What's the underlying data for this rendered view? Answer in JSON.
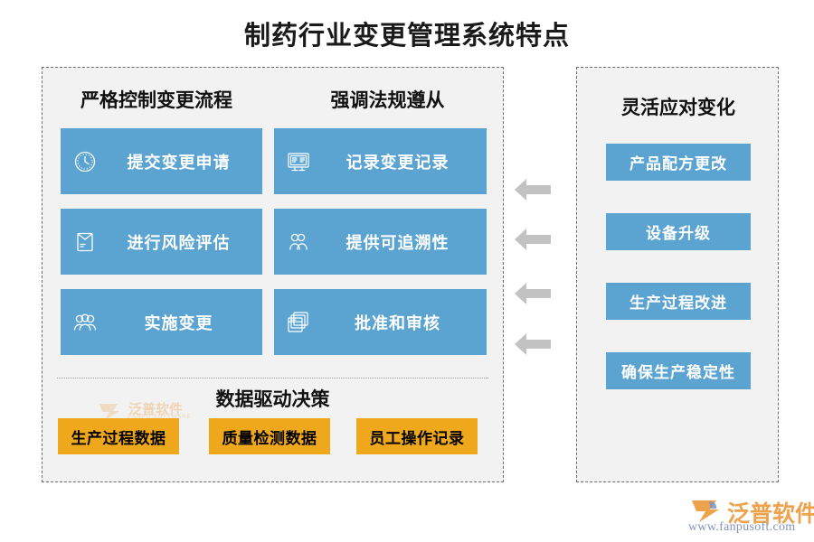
{
  "title": "制药行业变更管理系统特点",
  "colors": {
    "blue": "#5ba4d2",
    "orange": "#efa81c",
    "panel_bg": "#f2f2f2",
    "panel_border": "#6e6e6e",
    "arrow": "#c2c2c2",
    "title_text": "#1a1a1a"
  },
  "left_panel": {
    "columns": [
      {
        "heading": "严格控制变更流程",
        "cards": [
          {
            "icon": "clock-icon",
            "label": "提交变更申请"
          },
          {
            "icon": "document-icon",
            "label": "进行风险评估"
          },
          {
            "icon": "users-icon",
            "label": "实施变更"
          }
        ]
      },
      {
        "heading": "强调法规遵从",
        "cards": [
          {
            "icon": "record-list-icon",
            "label": "记录变更记录"
          },
          {
            "icon": "user-icon",
            "label": "提供可追溯性"
          },
          {
            "icon": "windows-copy-icon",
            "label": "批准和审核"
          }
        ]
      }
    ],
    "bottom": {
      "heading": "数据驱动决策",
      "chips": [
        "生产过程数据",
        "质量检测数据",
        "员工操作记录"
      ]
    }
  },
  "right_panel": {
    "heading": "灵活应对变化",
    "chips": [
      "产品配方更改",
      "设备升级",
      "生产过程改进",
      "确保生产稳定性"
    ]
  },
  "arrows": {
    "count": 4,
    "direction": "left",
    "icon": "arrow-left-icon"
  },
  "watermark": {
    "name": "泛普软件",
    "sub": "FANPU SOFTWARE"
  },
  "brand": {
    "name": "泛普软件",
    "url": "www.fanpusoft.com"
  }
}
